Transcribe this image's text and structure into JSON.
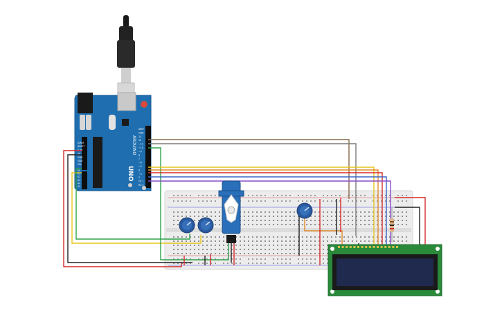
{
  "board": {
    "brand_vertical": "ARDUINO",
    "model_vertical": "UNO",
    "digital_pins": [
      "AREF",
      "GND",
      "13",
      "12",
      "~11",
      "~10",
      "~9",
      "8",
      "7",
      "~6",
      "~5",
      "4",
      "~3",
      "2",
      "TX 1",
      "RX 0"
    ],
    "power_pins": [
      "IOREF",
      "RESET",
      "3.3V",
      "5V",
      "GND",
      "GND",
      "VIN"
    ],
    "analog_pins": [
      "A0",
      "A1",
      "A2",
      "A3",
      "A4",
      "A5"
    ]
  },
  "colors": {
    "board": "#1f6fb0",
    "breadboard": "#ececec",
    "lcd_body": "#2a8a3a",
    "lcd_screen": "#1f2a4e",
    "wire_red": "#d62a2a",
    "wire_black": "#222222",
    "wire_yellow": "#e6c619",
    "wire_green": "#2fa24a",
    "wire_blue": "#3a63c9",
    "wire_brown": "#8a6a4a",
    "wire_orange": "#e08a2a",
    "wire_purple": "#8a4ac9",
    "servo": "#2a6fb9",
    "pot": "#2a5a9f"
  },
  "icons": {
    "usb": "usb-cable-icon",
    "potentiometer": "potentiometer-icon",
    "servo": "servo-motor-icon",
    "lcd": "lcd-display-icon"
  }
}
